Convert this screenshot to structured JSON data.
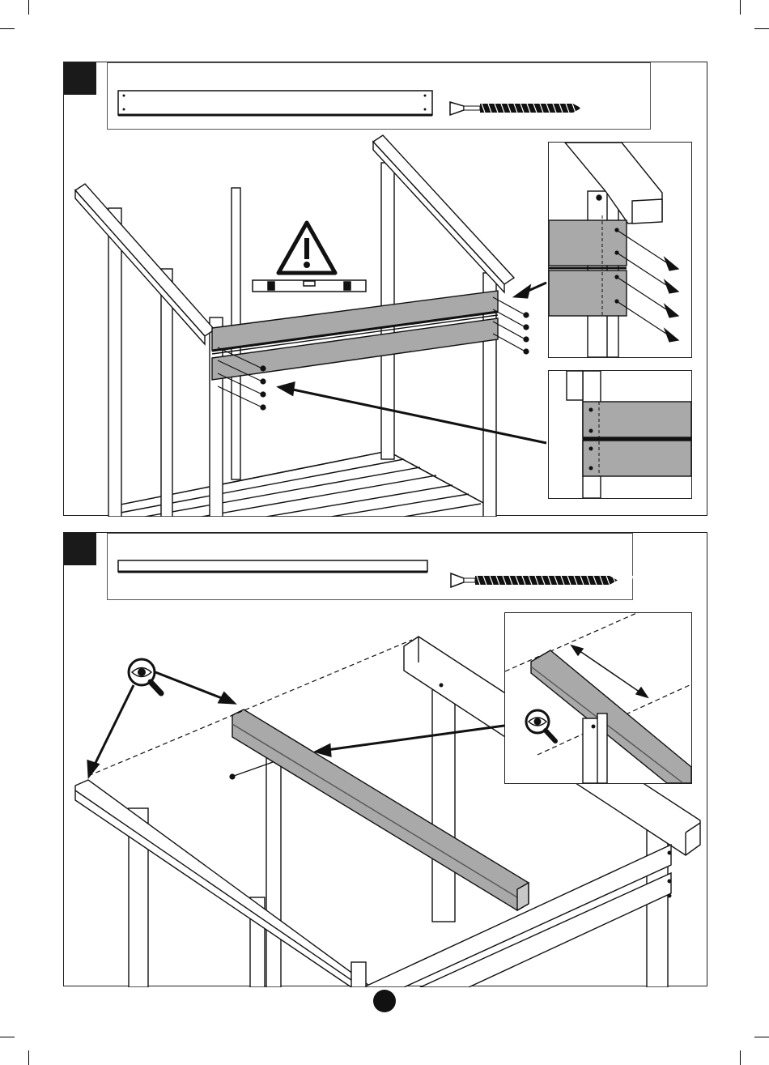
{
  "document": {
    "type": "assembly-instructions",
    "steps": [
      {
        "number": "",
        "parts": [
          "long-panel-board",
          "wood-screw"
        ],
        "warning": "level-required"
      },
      {
        "number": "",
        "parts": [
          "long-beam",
          "long-wood-screw"
        ],
        "check": "visual-alignment"
      }
    ],
    "page_number": ""
  },
  "colors": {
    "line": "#1a1a1a",
    "panel_fill": "#a9a9a9",
    "background": "#ffffff"
  }
}
